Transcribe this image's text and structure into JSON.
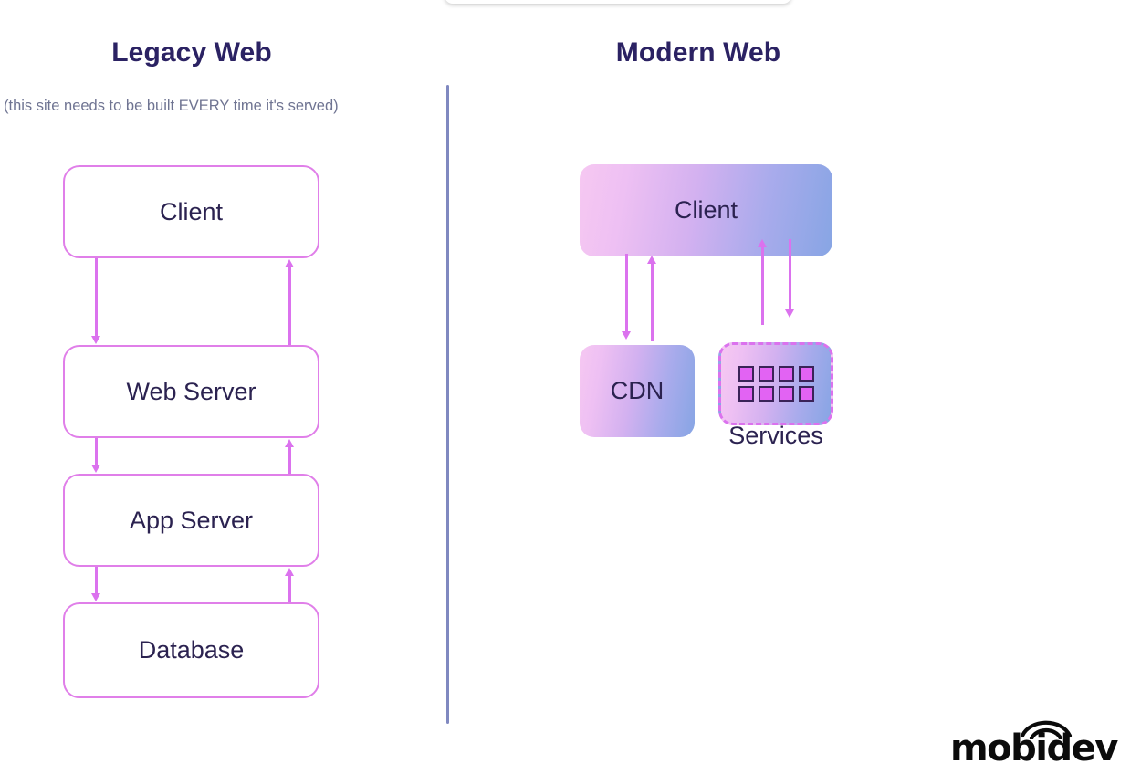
{
  "diagram": {
    "type": "comparison-architecture-diagram",
    "background": "#ffffff",
    "columns": [
      {
        "id": "legacy",
        "title": "Legacy Web",
        "subtitle": "(this site needs to be built EVERY time it's served)",
        "nodes": [
          {
            "id": "legacy-client",
            "label": "Client",
            "style": "outline"
          },
          {
            "id": "legacy-web-server",
            "label": "Web Server",
            "style": "outline"
          },
          {
            "id": "legacy-app-server",
            "label": "App Server",
            "style": "outline"
          },
          {
            "id": "legacy-database",
            "label": "Database",
            "style": "outline"
          }
        ],
        "connections": [
          {
            "from": "Client",
            "to": "Web Server",
            "direction": "down"
          },
          {
            "from": "Web Server",
            "to": "Client",
            "direction": "up"
          },
          {
            "from": "Web Server",
            "to": "App Server",
            "direction": "down"
          },
          {
            "from": "App Server",
            "to": "Web Server",
            "direction": "up"
          },
          {
            "from": "App Server",
            "to": "Database",
            "direction": "down"
          },
          {
            "from": "Database",
            "to": "App Server",
            "direction": "up"
          }
        ]
      },
      {
        "id": "modern",
        "title": "Modern Web",
        "subtitle": "",
        "nodes": [
          {
            "id": "modern-client",
            "label": "Client",
            "style": "gradient"
          },
          {
            "id": "modern-cdn",
            "label": "CDN",
            "style": "gradient"
          },
          {
            "id": "modern-services",
            "label": "Services",
            "style": "gradient-dashed",
            "tiles": 8
          }
        ],
        "connections": [
          {
            "from": "Client",
            "to": "CDN",
            "direction": "down"
          },
          {
            "from": "CDN",
            "to": "Client",
            "direction": "up"
          },
          {
            "from": "Services",
            "to": "Client",
            "direction": "up"
          },
          {
            "from": "Client",
            "to": "Services",
            "direction": "down"
          }
        ]
      }
    ],
    "divider": {
      "orientation": "vertical",
      "color": "#8089C0"
    }
  },
  "services_tiles": [
    1,
    2,
    3,
    4,
    5,
    6,
    7,
    8
  ],
  "brand": {
    "name": "mobidev",
    "logo_icon": "wifi-arc-icon"
  },
  "colors": {
    "heading": "#2B2263",
    "subtitle": "#6F7492",
    "node_text": "#2B2250",
    "outline": "#E07FE9",
    "arrow": "#DB72EE",
    "divider": "#8089C0",
    "tile": "#E263F3",
    "tile_border": "#3A2358",
    "gradient_start": "#F6C8F2",
    "gradient_end": "#87A5E4",
    "logo": "#0B0B0B"
  }
}
